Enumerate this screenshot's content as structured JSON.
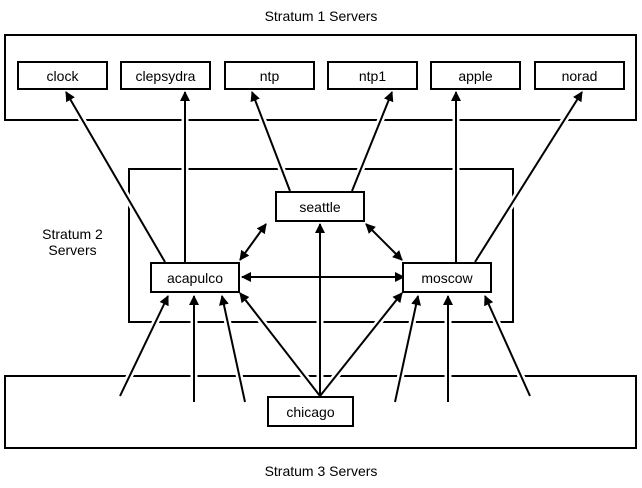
{
  "title": "NTP Stratum Hierarchy",
  "groups": {
    "stratum1": {
      "label": "Stratum 1 Servers"
    },
    "stratum2": {
      "label_line1": "Stratum 2",
      "label_line2": "Servers"
    },
    "stratum3": {
      "label": "Stratum 3 Servers"
    }
  },
  "nodes": {
    "clock": "clock",
    "clepsydra": "clepsydra",
    "ntp": "ntp",
    "ntp1": "ntp1",
    "apple": "apple",
    "norad": "norad",
    "seattle": "seattle",
    "acapulco": "acapulco",
    "moscow": "moscow",
    "chicago": "chicago"
  },
  "edges": [
    {
      "from": "acapulco",
      "to": "clock",
      "type": "one-way"
    },
    {
      "from": "acapulco",
      "to": "clepsydra",
      "type": "one-way"
    },
    {
      "from": "seattle",
      "to": "ntp",
      "type": "one-way"
    },
    {
      "from": "seattle",
      "to": "ntp1",
      "type": "one-way"
    },
    {
      "from": "moscow",
      "to": "apple",
      "type": "one-way"
    },
    {
      "from": "moscow",
      "to": "norad",
      "type": "one-way"
    },
    {
      "from": "seattle",
      "to": "acapulco",
      "type": "two-way"
    },
    {
      "from": "seattle",
      "to": "moscow",
      "type": "two-way"
    },
    {
      "from": "acapulco",
      "to": "moscow",
      "type": "two-way"
    },
    {
      "from": "chicago",
      "to": "seattle",
      "type": "one-way"
    },
    {
      "from": "chicago",
      "to": "acapulco",
      "type": "one-way"
    },
    {
      "from": "chicago",
      "to": "moscow",
      "type": "one-way"
    },
    {
      "from": "stratum3-client",
      "to": "acapulco",
      "type": "one-way"
    },
    {
      "from": "stratum3-client",
      "to": "acapulco",
      "type": "one-way"
    },
    {
      "from": "stratum3-client",
      "to": "acapulco",
      "type": "one-way"
    },
    {
      "from": "stratum3-client",
      "to": "moscow",
      "type": "one-way"
    },
    {
      "from": "stratum3-client",
      "to": "moscow",
      "type": "one-way"
    },
    {
      "from": "stratum3-client",
      "to": "moscow",
      "type": "one-way"
    }
  ]
}
